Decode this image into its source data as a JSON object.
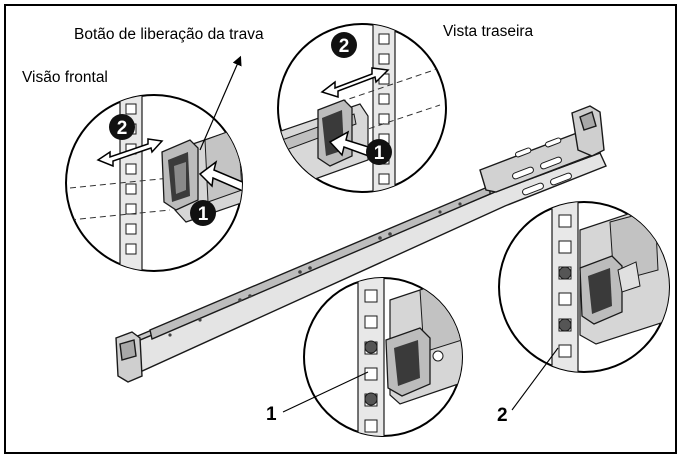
{
  "labels": {
    "release_button": "Botão de liberação da trava",
    "front_view": "Visão frontal",
    "rear_view": "Vista traseira"
  },
  "callouts": {
    "one": "1",
    "two": "2"
  },
  "steps": {
    "one": "1",
    "two": "2"
  },
  "colors": {
    "border": "#000000",
    "line": "#1a1a1a",
    "metal": "#d9d9d9",
    "metal_dark": "#9a9a9a",
    "background": "#ffffff"
  }
}
